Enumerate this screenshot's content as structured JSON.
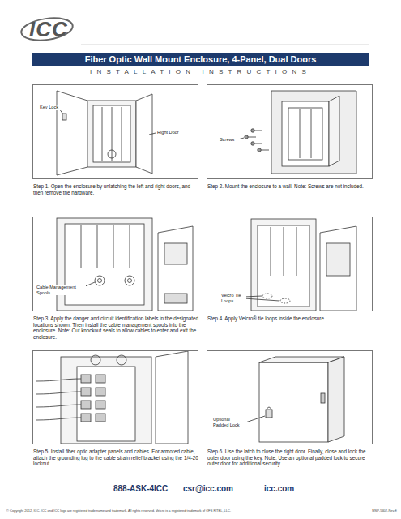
{
  "diagram": {
    "title": "Fiber Optic Wall Mount Enclosure, 4-Panel, Dual Doors",
    "nodes": [
      {
        "text": [
          "Step 1. Open the enclosure by unlatching the left and right doors, and then remove the hardware."
        ]
      },
      {
        "text": [
          "Step 2. Mount the enclosure to a wall. Note: Screws are not included."
        ]
      },
      {
        "text": [
          "Step 3. Apply the danger and circuit identification labels in the designated locations shown. Then install the cable management spools into the enclosure. Note: Cut knockout seals to allow cables to enter and exit the enclosure."
        ]
      },
      {
        "text": [
          "Step 4. Apply Velcro® tie loops inside the enclosure."
        ]
      },
      {
        "text": [
          "Step 5. Install fiber optic adapter panels and cables. For armored cable, attach the grounding lug to the cable strain relief bracket using the 1/4-20 locknut."
        ]
      },
      {
        "text": [
          "Step 6. Use the latch to close the right door. Finally, close and lock the outer door using the key. Note: Use an optional padded lock to secure outer door for additional security."
        ]
      }
    ],
    "labels": [
      "ICC",
      "INSTALLATION INSTRUCTIONS",
      "Key Lock",
      "Right Door",
      "Screws",
      "Cable Management Spools",
      "Velcro Tie Loops",
      "Optional Padded Lock",
      "888-ASK-4ICC",
      "csr@icc.com",
      "icc.com",
      "© Copyright 2012, ICC. ICC and ICC logo are registered trade name and trademark. All rights reserved. Velcro is a registered trademark of OFS FITEL, LLC.",
      "MSP-5402-Rev.E"
    ]
  }
}
